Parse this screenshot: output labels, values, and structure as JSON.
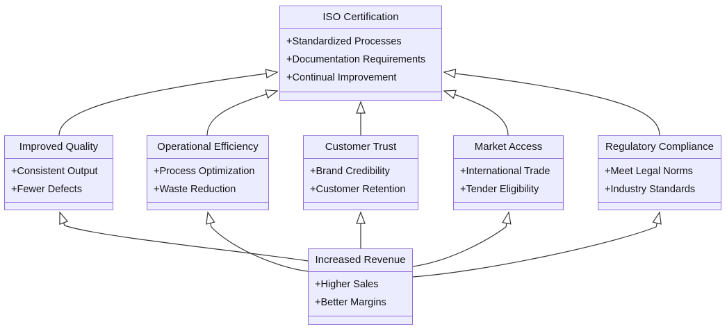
{
  "diagram": {
    "type": "uml-class-diagram",
    "colors": {
      "background": "#ffffff",
      "node_fill": "#ECECFF",
      "node_border": "#9370DB",
      "edge_stroke": "#333333",
      "text": "#131313"
    },
    "classes": [
      {
        "title": "ISO Certification",
        "attributes": [
          "+Standardized Processes",
          "+Documentation Requirements",
          "+Continual Improvement"
        ]
      },
      {
        "title": "Improved Quality",
        "attributes": [
          "+Consistent Output",
          "+Fewer Defects"
        ]
      },
      {
        "title": "Operational Efficiency",
        "attributes": [
          "+Process Optimization",
          "+Waste Reduction"
        ]
      },
      {
        "title": "Customer Trust",
        "attributes": [
          "+Brand Credibility",
          "+Customer Retention"
        ]
      },
      {
        "title": "Market Access",
        "attributes": [
          "+International Trade",
          "+Tender Eligibility"
        ]
      },
      {
        "title": "Regulatory Compliance",
        "attributes": [
          "+Meet Legal Norms",
          "+Industry Standards"
        ]
      },
      {
        "title": "Increased Revenue",
        "attributes": [
          "+Higher Sales",
          "+Better Margins"
        ]
      }
    ],
    "relations": [
      {
        "from": "Improved Quality",
        "to": "ISO Certification",
        "type": "inheritance-hollow-arrow"
      },
      {
        "from": "Operational Efficiency",
        "to": "ISO Certification",
        "type": "inheritance-hollow-arrow"
      },
      {
        "from": "Customer Trust",
        "to": "ISO Certification",
        "type": "inheritance-hollow-arrow"
      },
      {
        "from": "Market Access",
        "to": "ISO Certification",
        "type": "inheritance-hollow-arrow"
      },
      {
        "from": "Regulatory Compliance",
        "to": "ISO Certification",
        "type": "inheritance-hollow-arrow"
      },
      {
        "from": "Increased Revenue",
        "to": "Improved Quality",
        "type": "inheritance-hollow-arrow"
      },
      {
        "from": "Increased Revenue",
        "to": "Operational Efficiency",
        "type": "inheritance-hollow-arrow"
      },
      {
        "from": "Increased Revenue",
        "to": "Customer Trust",
        "type": "inheritance-hollow-arrow"
      },
      {
        "from": "Increased Revenue",
        "to": "Market Access",
        "type": "inheritance-hollow-arrow"
      },
      {
        "from": "Increased Revenue",
        "to": "Regulatory Compliance",
        "type": "inheritance-hollow-arrow"
      }
    ]
  }
}
